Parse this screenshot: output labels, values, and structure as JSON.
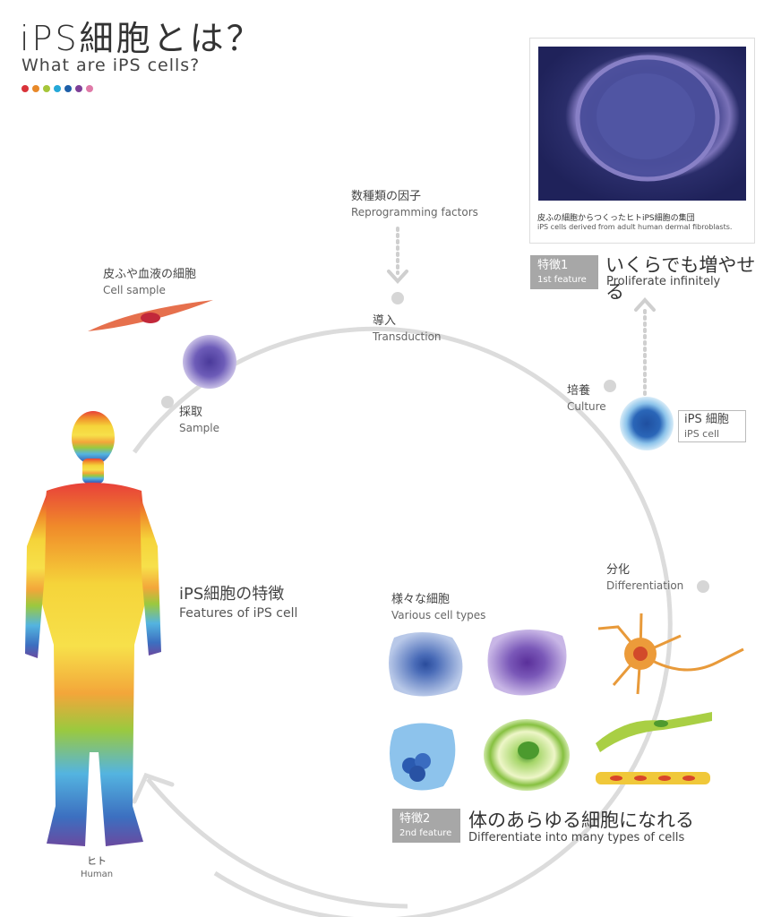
{
  "header": {
    "title_jp": "iPS細胞とは？",
    "title_en": "What are iPS cells?",
    "dot_colors": [
      "#d9333a",
      "#e8892a",
      "#a6c63a",
      "#25a8d8",
      "#1d5fa8",
      "#7e3f98",
      "#e07aa8"
    ]
  },
  "cycle": {
    "cell_sample": {
      "jp": "皮ふや血液の細胞",
      "en": "Cell sample"
    },
    "sample": {
      "jp": "採取",
      "en": "Sample"
    },
    "factors": {
      "jp": "数種類の因子",
      "en": "Reprogramming factors"
    },
    "transduction": {
      "jp": "導入",
      "en": "Transduction"
    },
    "culture": {
      "jp": "培養",
      "en": "Culture"
    },
    "ips_cell": {
      "jp": "iPS 細胞",
      "en": "iPS cell"
    },
    "differentiation": {
      "jp": "分化",
      "en": "Differentiation"
    },
    "various": {
      "jp": "様々な細胞",
      "en": "Various cell types"
    },
    "human": {
      "jp": "ヒト",
      "en": "Human"
    },
    "features": {
      "jp": "iPS細胞の特徴",
      "en": "Features of iPS cell"
    }
  },
  "photo": {
    "caption_jp": "皮ふの細胞からつくったヒトiPS細胞の集団",
    "caption_en": "iPS cells derived from adult human dermal fibroblasts."
  },
  "feature1": {
    "badge_jp": "特徴1",
    "badge_en": "1st feature",
    "title_jp": "いくらでも増やせる",
    "title_en": "Proliferate infinitely"
  },
  "feature2": {
    "badge_jp": "特徴2",
    "badge_en": "2nd feature",
    "title_jp": "体のあらゆる細胞になれる",
    "title_en": "Differentiate into many types of cells"
  }
}
